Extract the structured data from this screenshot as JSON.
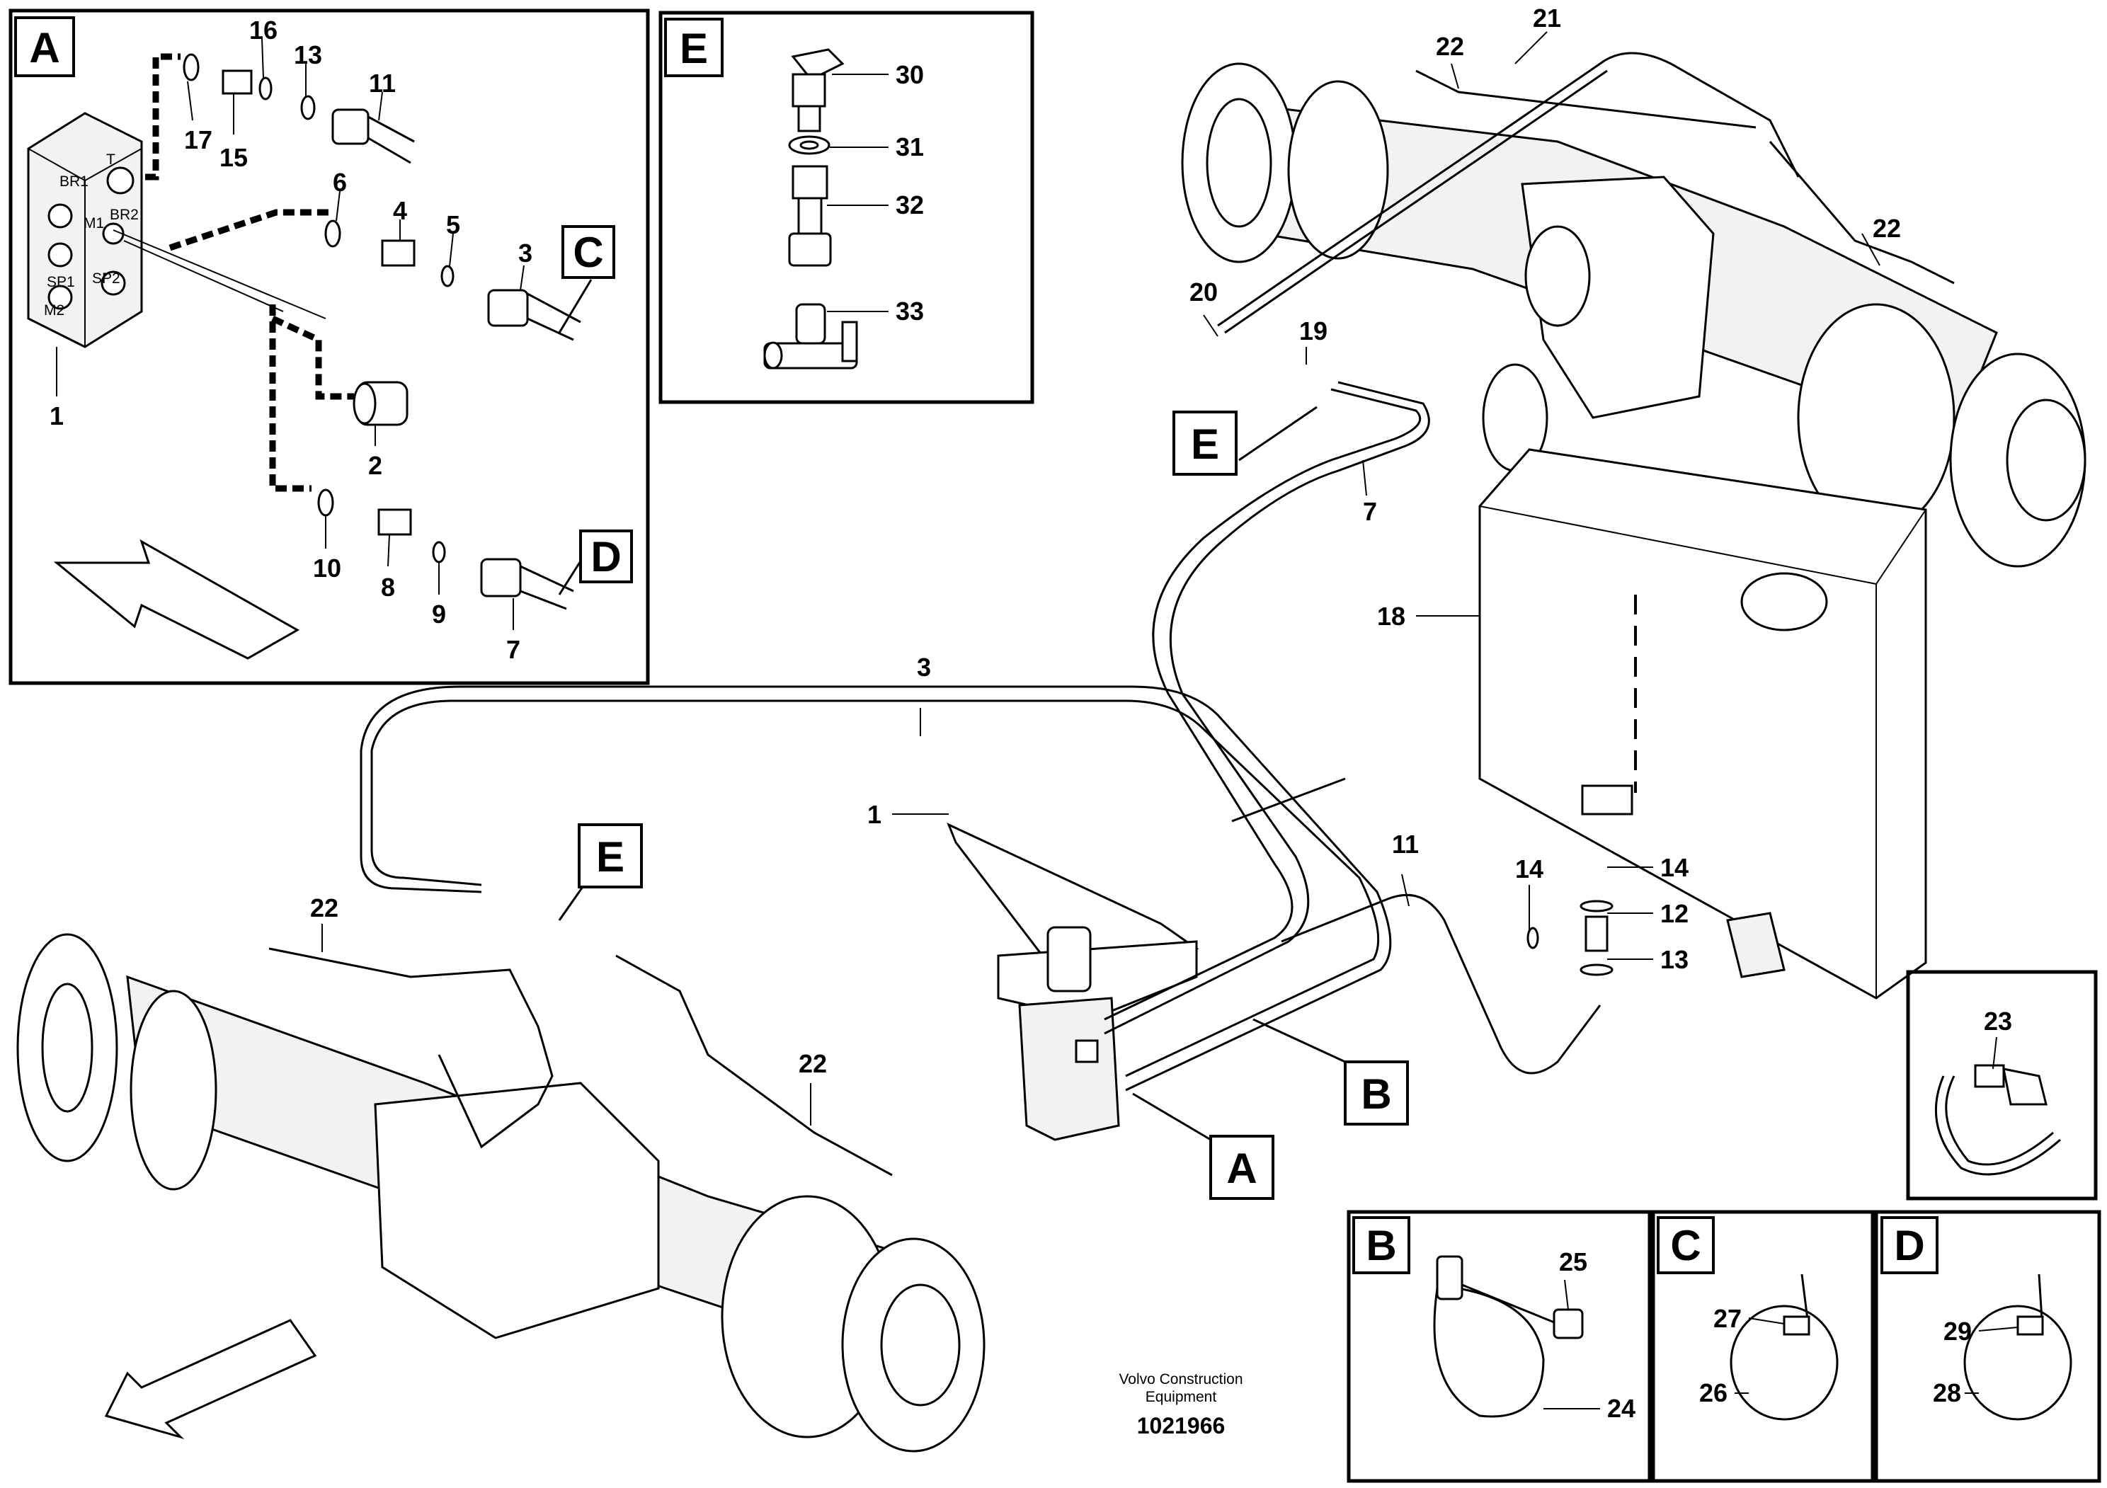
{
  "panels": {
    "A": {
      "letter": "A",
      "labels": [
        "17",
        "15",
        "16",
        "13",
        "11",
        "6",
        "4",
        "5",
        "3",
        "1",
        "2",
        "10",
        "8",
        "9",
        "7"
      ],
      "port_labels": [
        "BR1",
        "T",
        "M1",
        "BR2",
        "SP1",
        "SP2",
        "M2"
      ],
      "ref_C": "C",
      "ref_D": "D"
    },
    "E": {
      "letter": "E",
      "labels": [
        "30",
        "31",
        "32",
        "33"
      ]
    },
    "B": {
      "letter": "B",
      "labels": [
        "25",
        "24"
      ]
    },
    "C": {
      "letter": "C",
      "labels": [
        "27",
        "26"
      ]
    },
    "D": {
      "letter": "D",
      "labels": [
        "29",
        "28"
      ]
    },
    "clamp23": {
      "labels": [
        "23"
      ]
    }
  },
  "main": {
    "labels": [
      "22",
      "21",
      "22",
      "20",
      "19",
      "7",
      "18",
      "3",
      "1",
      "11",
      "14",
      "14",
      "12",
      "13",
      "22",
      "22"
    ],
    "callouts": [
      "E",
      "E",
      "B",
      "A"
    ]
  },
  "footer": {
    "line1": "Volvo Construction",
    "line2": "Equipment",
    "id": "1021966"
  }
}
